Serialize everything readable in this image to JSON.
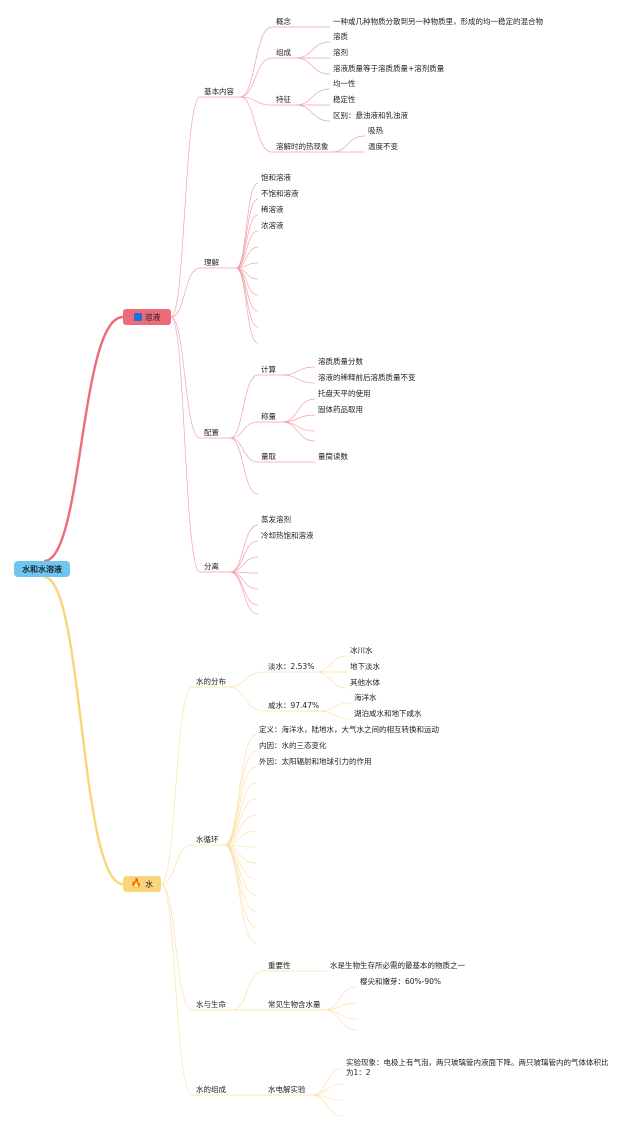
{
  "root": {
    "label": "水和水溶液"
  },
  "colors": {
    "red_branch": "#ee6b7a",
    "yellow_branch": "#f9d67a",
    "root_fill": "#6ec6f0",
    "red_lines": "#f2a2ab",
    "yellow_lines": "#fbe2a8"
  },
  "branches": [
    {
      "label": "溶液",
      "icon": "blue-square-icon",
      "children": [
        {
          "label": "基本内容",
          "children": [
            {
              "label": "概念",
              "children": [
                {
                  "label": "一种或几种物质分散到另一种物质里，形成的均一稳定的混合物"
                }
              ]
            },
            {
              "label": "组成",
              "children": [
                {
                  "label": "溶质"
                },
                {
                  "label": "溶剂"
                },
                {
                  "label": "溶液质量等于溶质质量+溶剂质量"
                }
              ]
            },
            {
              "label": "特征",
              "children": [
                {
                  "label": "均一性"
                },
                {
                  "label": "稳定性"
                },
                {
                  "label": "区别：悬浊液和乳浊液"
                }
              ]
            },
            {
              "label": "溶解时的热现象",
              "children": [
                {
                  "label": "吸热"
                },
                {
                  "label": "温度不变"
                }
              ]
            }
          ]
        },
        {
          "label": "理解",
          "children": [
            {
              "label": "饱和溶液"
            },
            {
              "label": "不饱和溶液"
            },
            {
              "label": "稀溶液"
            },
            {
              "label": "浓溶液"
            }
          ]
        },
        {
          "label": "配置",
          "children": [
            {
              "label": "计算",
              "children": [
                {
                  "label": "溶质质量分数"
                },
                {
                  "label": "溶液的稀释前后溶质质量不变"
                }
              ]
            },
            {
              "label": "称量",
              "children": [
                {
                  "label": "托盘天平的使用"
                },
                {
                  "label": "固体药品取用"
                }
              ]
            },
            {
              "label": "量取",
              "children": [
                {
                  "label": "量筒读数"
                }
              ]
            }
          ]
        },
        {
          "label": "分离",
          "children": [
            {
              "label": "蒸发溶剂"
            },
            {
              "label": "冷却热饱和溶液"
            }
          ]
        }
      ]
    },
    {
      "label": "水",
      "icon": "fire-icon",
      "children": [
        {
          "label": "水的分布",
          "children": [
            {
              "label": "淡水：2.53%",
              "children": [
                {
                  "label": "冰川水"
                },
                {
                  "label": "地下淡水"
                },
                {
                  "label": "其他水体"
                }
              ]
            },
            {
              "label": "咸水：97.47%",
              "children": [
                {
                  "label": "海洋水"
                },
                {
                  "label": "湖泊咸水和地下咸水"
                }
              ]
            }
          ]
        },
        {
          "label": "水循环",
          "children": [
            {
              "label": "定义：海洋水，陆地水，大气水之间的相互转换和运动"
            },
            {
              "label": "内因：水的三态变化"
            },
            {
              "label": "外因：太阳辐射和地球引力的作用"
            }
          ]
        },
        {
          "label": "水与生命",
          "children": [
            {
              "label": "重要性",
              "children": [
                {
                  "label": "水是生物生存所必需的最基本的物质之一"
                }
              ]
            },
            {
              "label": "常见生物含水量",
              "children": [
                {
                  "label": "樱尖和嫩芽：60%-90%"
                }
              ]
            }
          ]
        },
        {
          "label": "水的组成",
          "children": [
            {
              "label": "水电解实验",
              "children": [
                {
                  "label": "实验现象：电极上有气泡，两只玻璃管内液面下降。两只玻璃管内的气体体积比为1：2"
                }
              ]
            }
          ]
        }
      ]
    }
  ]
}
